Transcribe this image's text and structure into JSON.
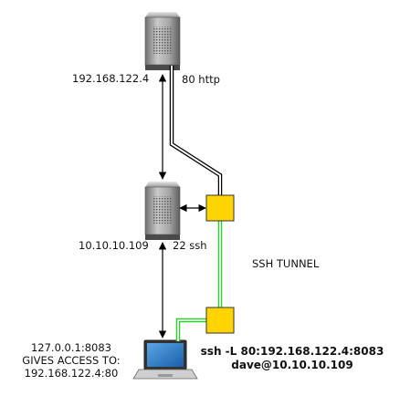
{
  "nodes": {
    "web_server": {
      "ip": "192.168.122.4",
      "icon": "server-icon"
    },
    "gateway_server": {
      "ip": "10.10.10.109",
      "icon": "server-icon"
    },
    "client_laptop": {
      "icon": "laptop-icon",
      "lines": [
        "127.0.0.1:8083",
        "GIVES ACCESS TO:",
        "192.168.122.4:80"
      ]
    }
  },
  "links": {
    "http_label": "80 http",
    "ssh_label": "22 ssh",
    "tunnel_label": "SSH TUNNEL"
  },
  "command": {
    "line1": "ssh -L 80:192.168.122.4:8083",
    "line2": "dave@10.10.10.109"
  },
  "colors": {
    "tunnel_end": "#ffd400",
    "tunnel_line": "#33cc33",
    "arrow": "#000000"
  }
}
